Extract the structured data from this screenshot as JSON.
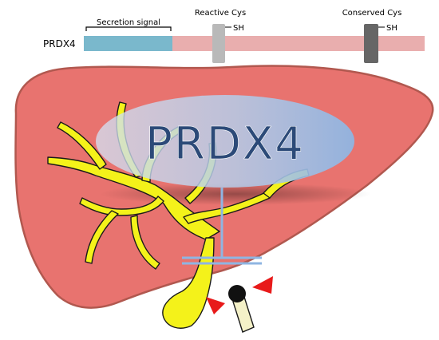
{
  "protein_label": "PRDX4",
  "domains": {
    "secretion_signal": "Secretion signal",
    "reactive_cys": "Reactive Cys",
    "conserved_cys": "Conserved Cys",
    "sh_reactive": "SH",
    "sh_conserved": "SH"
  },
  "center_label": "PRDX4",
  "colors": {
    "liver": "#e8736f",
    "bile_duct": "#f4f21a",
    "signal_peptide": "#7ab8cc",
    "mature_chain": "#e9aeae",
    "ellipse": "#9fc3e6",
    "arrow": "#e81a1a"
  }
}
